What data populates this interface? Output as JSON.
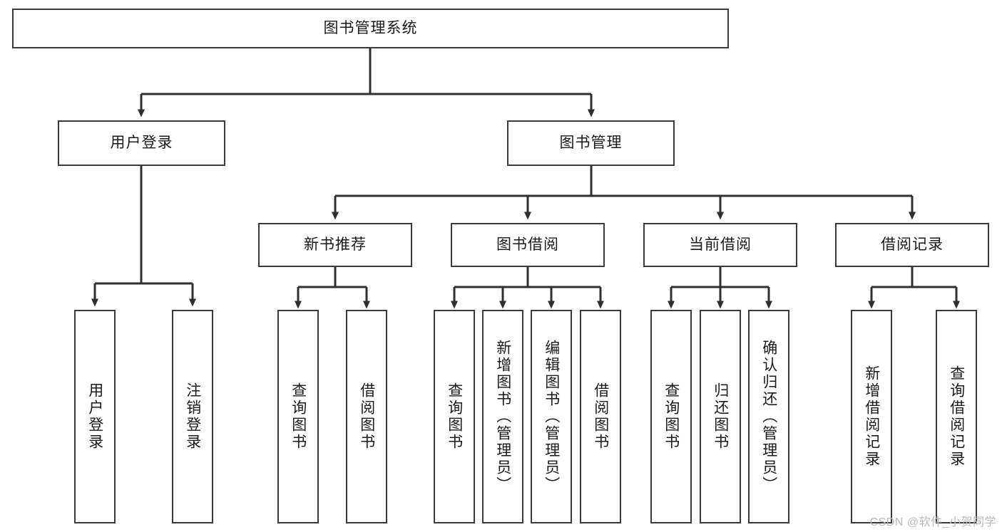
{
  "diagram": {
    "type": "tree-hierarchy-diagram",
    "title": "图书管理系统",
    "watermark": "CSDN @软件_小贺同学",
    "colors": {
      "box_border": "#3b3b3b",
      "box_fill": "#ffffff",
      "connector": "#2f2f2f",
      "text": "#1a1a1a",
      "watermark": "#b9b9b9"
    },
    "root": {
      "label": "图书管理系统"
    },
    "level2": [
      {
        "label": "用户登录"
      },
      {
        "label": "图书管理"
      }
    ],
    "level3": [
      {
        "label": "新书推荐"
      },
      {
        "label": "图书借阅"
      },
      {
        "label": "当前借阅"
      },
      {
        "label": "借阅记录"
      }
    ],
    "leaves": {
      "user_login": [
        {
          "label": "用户登录"
        },
        {
          "label": "注销登录"
        }
      ],
      "new_book_recommend": [
        {
          "label": "查询图书"
        },
        {
          "label": "借阅图书"
        }
      ],
      "book_borrow": [
        {
          "label": "查询图书"
        },
        {
          "label": "新增图书（管理员）"
        },
        {
          "label": "编辑图书（管理员）"
        },
        {
          "label": "借阅图书"
        }
      ],
      "current_borrow": [
        {
          "label": "查询图书"
        },
        {
          "label": "归还图书"
        },
        {
          "label": "确认归还（管理员）"
        }
      ],
      "borrow_records": [
        {
          "label": "新增借阅记录"
        },
        {
          "label": "查询借阅记录"
        }
      ]
    }
  }
}
